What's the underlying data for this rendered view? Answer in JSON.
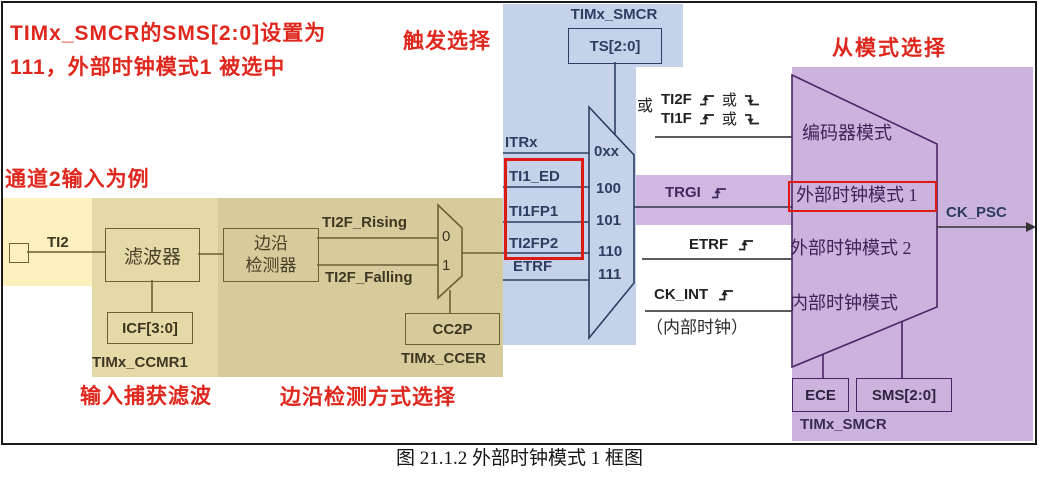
{
  "colors": {
    "region_blue": "#c6d2e9",
    "region_tan_light": "#e6d9a8",
    "region_tan_dark": "#d7cb9b",
    "region_yellow": "#fcf0bf",
    "region_purple": "#ccb3de",
    "trgi_band": "#d0b8e2",
    "annotation_red": "#df271d",
    "highlight_box_red": "#dd1a14",
    "line_navy": "#2d3e63",
    "line_olive": "#6b6134",
    "line_purple": "#4b2667"
  },
  "note": {
    "line1": "TIMx_SMCR的SMS[2:0]设置为",
    "line2": "111，外部时钟模式1 被选中"
  },
  "labels": {
    "trigger_selection": "触发选择",
    "slave_mode_selection": "从模式选择",
    "channel2_example": "通道2输入为例",
    "input_capture_filter": "输入捕获滤波",
    "edge_detection_selection": "边沿检测方式选择"
  },
  "input_stage": {
    "ti2": "TI2",
    "filter": "滤波器",
    "icf": "ICF[3:0]",
    "ccmr1": "TIMx_CCMR1",
    "edge_detector_l1": "边沿",
    "edge_detector_l2": "检测器",
    "rising": "TI2F_Rising",
    "falling": "TI2F_Falling",
    "mux0": "0",
    "mux1": "1",
    "cc2p": "CC2P",
    "ccer": "TIMx_CCER"
  },
  "trigger_mux": {
    "smcr": "TIMx_SMCR",
    "ts": "TS[2:0]",
    "inputs": [
      "ITRx",
      "TI1_ED",
      "TI1FP1",
      "TI2FP2",
      "ETRF"
    ],
    "codes": [
      "0xx",
      "100",
      "101",
      "110",
      "111"
    ]
  },
  "slave_stage": {
    "or": "或",
    "ti2f": "TI2F",
    "ti1f": "TI1F",
    "trgi": "TRGI",
    "etrf": "ETRF",
    "ck_int": "CK_INT",
    "internal_clock": "（内部时钟）",
    "encoder_mode": "编码器模式",
    "ext_mode1": "外部时钟模式 1",
    "ext_mode2": "外部时钟模式 2",
    "internal_mode": "内部时钟模式",
    "ck_psc": "CK_PSC",
    "ece": "ECE",
    "sms": "SMS[2:0]",
    "smcr": "TIMx_SMCR"
  },
  "caption": "图 21.1.2 外部时钟模式 1 框图"
}
